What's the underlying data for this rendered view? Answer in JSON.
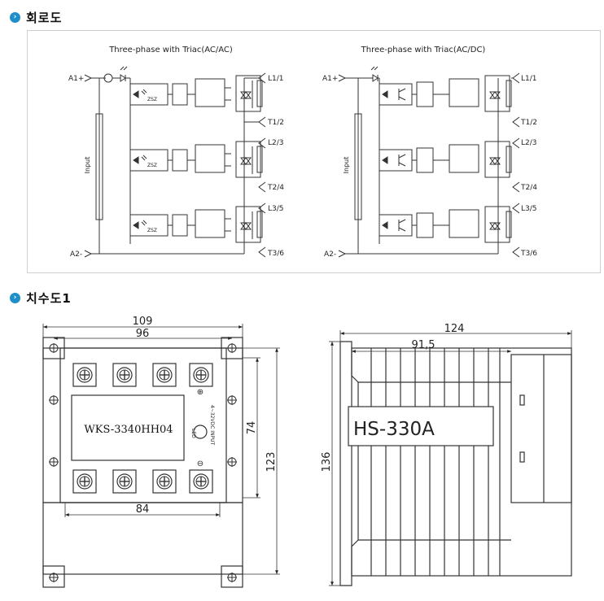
{
  "sections": {
    "circuit": {
      "title": "회로도",
      "bullet_icon": "chevron-right-icon"
    },
    "dimension": {
      "title": "치수도1",
      "bullet_icon": "chevron-right-icon"
    }
  },
  "circuit": {
    "left_title": "Three-phase with Triac(AC/AC)",
    "right_title": "Three-phase with Triac(AC/DC)",
    "input_label": "Input",
    "a_plus": "A1+",
    "a_minus": "A2-",
    "zsz": "ZSZ",
    "terminals": [
      "L1/1",
      "T1/2",
      "L2/3",
      "T2/4",
      "L3/5",
      "T3/6"
    ]
  },
  "dimensions": {
    "front_width_outer": "109",
    "front_width_inner": "96",
    "front_width_bottom": "84",
    "front_height_inner": "74",
    "front_height_outer": "123",
    "model_label": "WKS-3340HH04",
    "led_label": "LED",
    "input_label": "4~32VDC INPUT",
    "side_width_outer": "124",
    "side_width_inner": "91,5",
    "side_height": "136",
    "heatsink_label": "HS-330A"
  },
  "colors": {
    "accent": "#1f8fc9",
    "line": "#333333",
    "panel_border": "#cfcfcf"
  }
}
